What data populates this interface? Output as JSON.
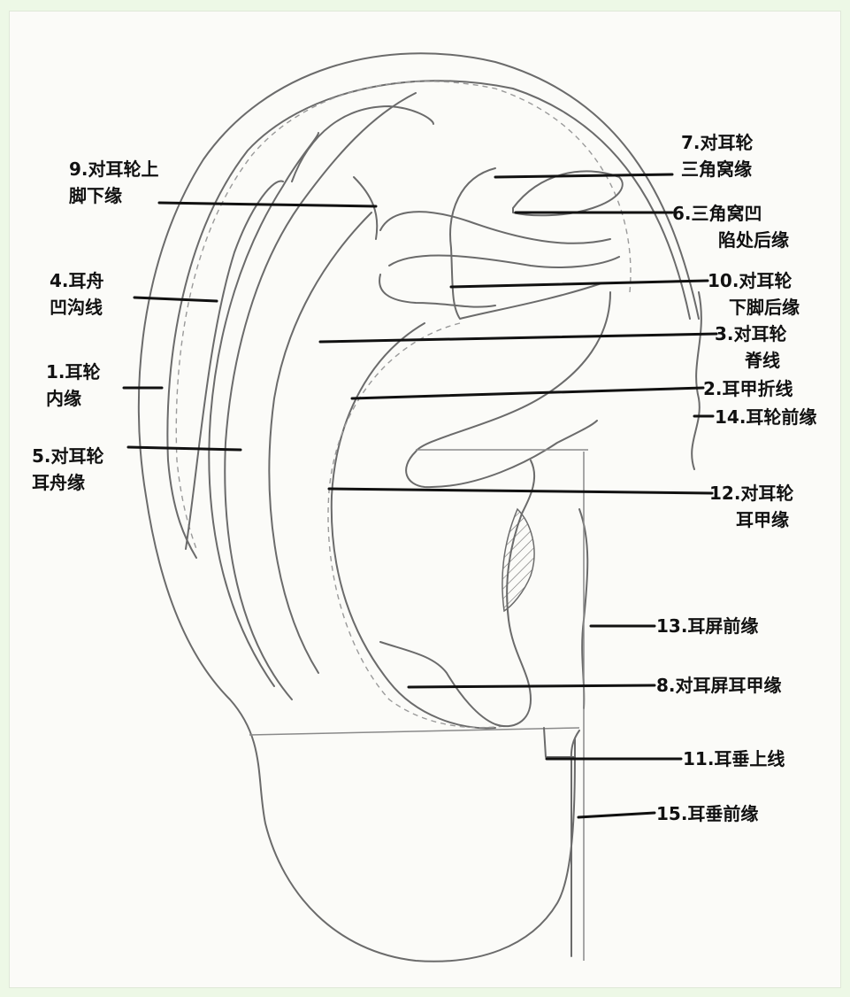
{
  "labels": [
    {
      "id": "l1",
      "lines": [
        "1.耳轮",
        "内缘"
      ]
    },
    {
      "id": "l2",
      "lines": [
        "2.耳甲折线"
      ]
    },
    {
      "id": "l3",
      "lines": [
        "3.对耳轮",
        "脊线"
      ]
    },
    {
      "id": "l4",
      "lines": [
        "4.耳舟",
        "凹沟线"
      ]
    },
    {
      "id": "l5",
      "lines": [
        "5.对耳轮",
        "耳舟缘"
      ]
    },
    {
      "id": "l6",
      "lines": [
        "6.三角窝凹",
        "陷处后缘"
      ]
    },
    {
      "id": "l7",
      "lines": [
        "7.对耳轮",
        "三角窝缘"
      ]
    },
    {
      "id": "l8",
      "lines": [
        "8.对耳屏耳甲缘"
      ]
    },
    {
      "id": "l9",
      "lines": [
        "9.对耳轮上",
        "脚下缘"
      ]
    },
    {
      "id": "l10",
      "lines": [
        "10.对耳轮",
        "下脚后缘"
      ]
    },
    {
      "id": "l11",
      "lines": [
        "11.耳垂上线"
      ]
    },
    {
      "id": "l12",
      "lines": [
        "12.对耳轮",
        "耳甲缘"
      ]
    },
    {
      "id": "l13",
      "lines": [
        "13.耳屏前缘"
      ]
    },
    {
      "id": "l14",
      "lines": [
        "14.耳轮前缘"
      ]
    },
    {
      "id": "l15",
      "lines": [
        "15.耳垂前缘"
      ]
    }
  ],
  "colors": {
    "background": "#edf8e6",
    "paper": "#fbfbf8",
    "outline": "#6b6b6b",
    "leader": "#111111"
  }
}
